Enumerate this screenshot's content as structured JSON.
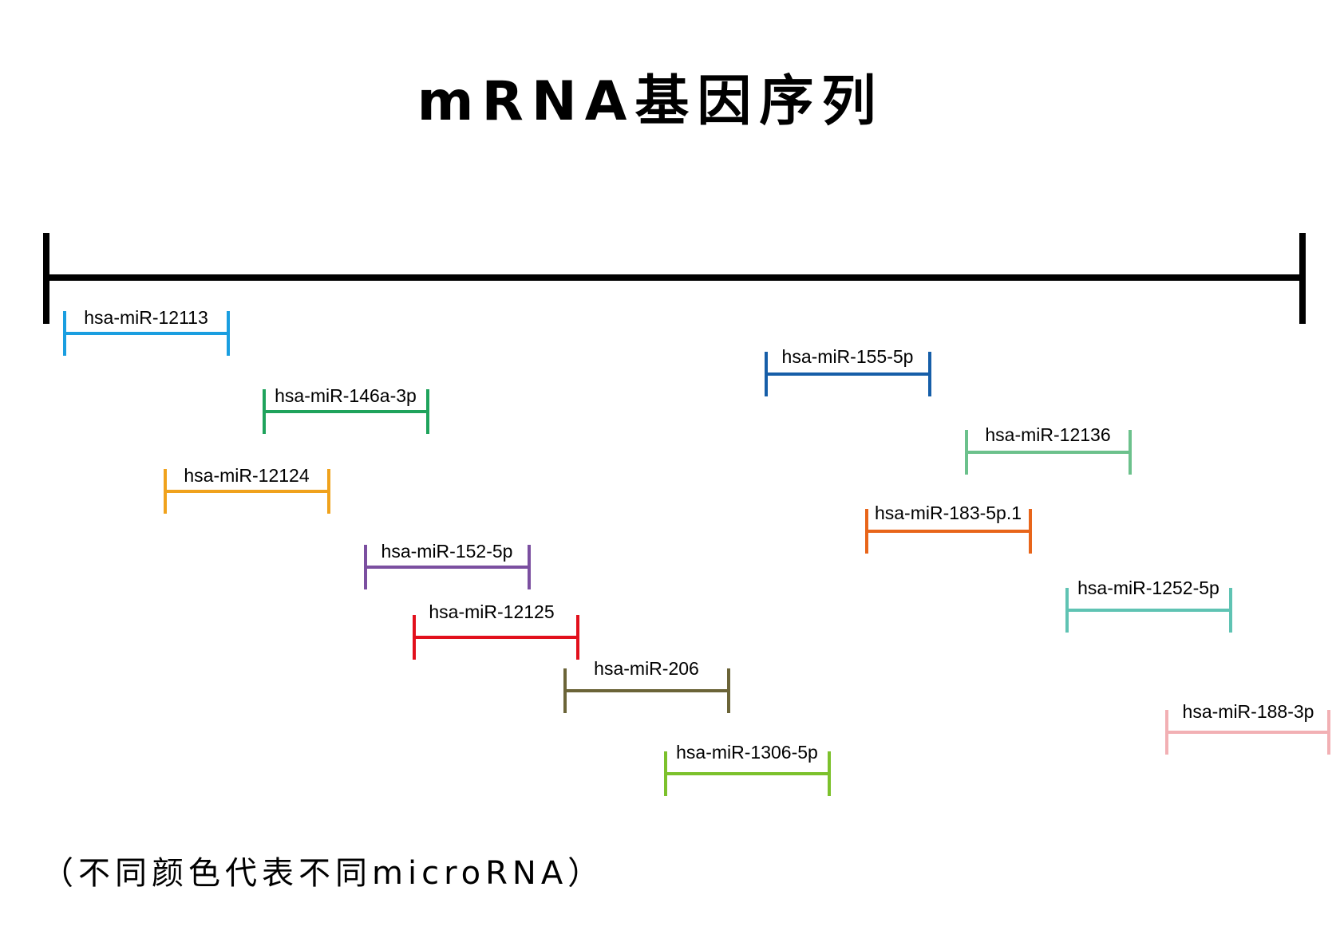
{
  "title": "mRNA基因序列",
  "caption": "（不同颜色代表不同microRNA）",
  "mirnas": [
    {
      "label": "hsa-miR-12113",
      "color": "#1a9ee0"
    },
    {
      "label": "hsa-miR-146a-3p",
      "color": "#1fa35c"
    },
    {
      "label": "hsa-miR-12124",
      "color": "#f0a21c"
    },
    {
      "label": "hsa-miR-152-5p",
      "color": "#7b4fa0"
    },
    {
      "label": "hsa-miR-12125",
      "color": "#e2101c"
    },
    {
      "label": "hsa-miR-206",
      "color": "#6b6438"
    },
    {
      "label": "hsa-miR-1306-5p",
      "color": "#7cc12c"
    },
    {
      "label": "hsa-miR-155-5p",
      "color": "#165ea8"
    },
    {
      "label": "hsa-miR-12136",
      "color": "#6cc18c"
    },
    {
      "label": "hsa-miR-183-5p.1",
      "color": "#e8651a"
    },
    {
      "label": "hsa-miR-1252-5p",
      "color": "#5fc3b3"
    },
    {
      "label": "hsa-miR-188-3p",
      "color": "#f2b0b4"
    }
  ]
}
